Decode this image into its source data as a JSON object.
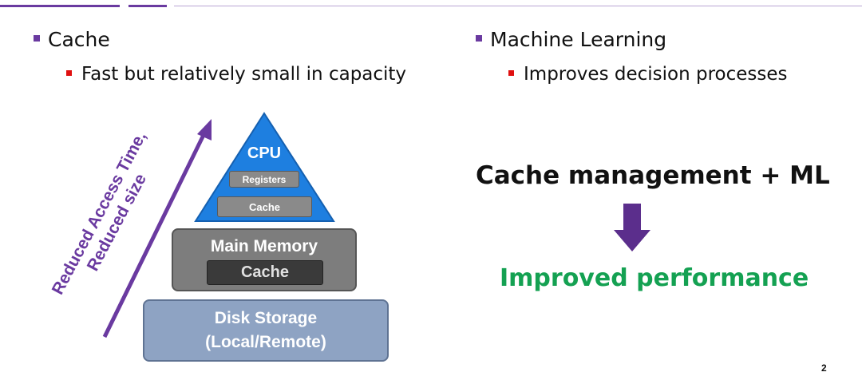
{
  "slide": {
    "left": {
      "heading": "Cache",
      "sub": "Fast but relatively small in capacity"
    },
    "right": {
      "heading": "Machine Learning",
      "sub": "Improves decision processes"
    },
    "pyramid": {
      "arrow_label_line1": "Reduced Access Time,",
      "arrow_label_line2": "Reduced size",
      "cpu": "CPU",
      "registers": "Registers",
      "cpu_cache": "Cache",
      "main_memory": "Main Memory",
      "main_memory_cache": "Cache",
      "disk_line1": "Disk Storage",
      "disk_line2": "(Local/Remote)"
    },
    "equation": "Cache management + ML",
    "result": "Improved performance",
    "page_number": "2"
  },
  "colors": {
    "accent_purple": "#6a3aa0",
    "bullet_red": "#e01010",
    "cpu_blue": "#1e7fe0",
    "memory_gray": "#7d7d7d",
    "disk_blue_gray": "#8ea3c3",
    "result_green": "#14a152"
  }
}
